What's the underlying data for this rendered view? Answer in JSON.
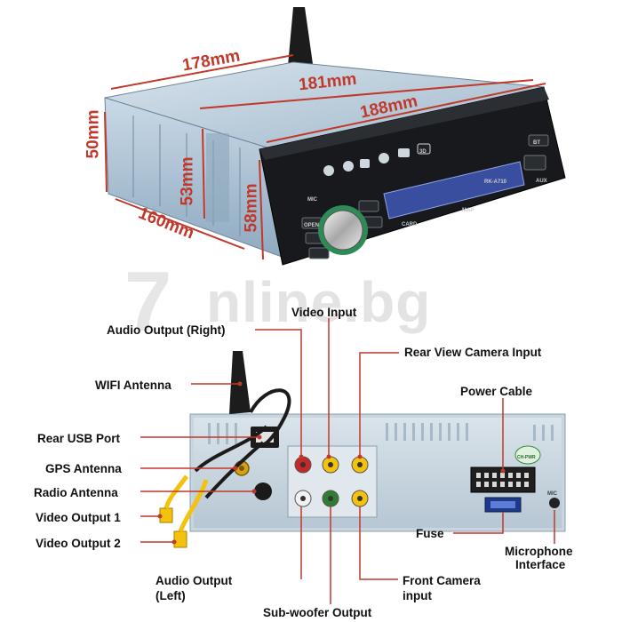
{
  "watermark": {
    "brand": "nline.bg",
    "mark": "7"
  },
  "dimensions": {
    "d178": "178mm",
    "d181": "181mm",
    "d188": "188mm",
    "d50": "50mm",
    "d53": "53mm",
    "d58": "58mm",
    "d160": "160mm"
  },
  "unit_markings": {
    "mic": "MIC",
    "open": "OPEN",
    "model": "RK-A710",
    "card": "CARD",
    "map": "MAP",
    "aux": "AUX",
    "bt": "BT",
    "three_d": "3D",
    "power_pill": "CH-PWR",
    "rear_mic": "MIC"
  },
  "callouts": {
    "video_input": "Video Input",
    "audio_output_right": "Audio Output (Right)",
    "rear_view_camera_input": "Rear View Camera Input",
    "wifi_antenna": "WIFI Antenna",
    "power_cable": "Power Cable",
    "rear_usb_port": "Rear USB Port",
    "gps_antenna": "GPS Antenna",
    "radio_antenna": "Radio Antenna",
    "video_output_1": "Video Output 1",
    "video_output_2": "Video Output 2",
    "fuse": "Fuse",
    "microphone_interface_1": "Microphone",
    "microphone_interface_2": "Interface",
    "audio_output_left_1": "Audio Output",
    "audio_output_left_2": "(Left)",
    "front_camera_input_1": "Front Camera",
    "front_camera_input_2": "input",
    "subwoofer_output": "Sub-woofer Output"
  },
  "colors": {
    "dimension_line": "#c0392b",
    "callout_line": "#c0392b",
    "chassis": "#a9c1d6",
    "faceplate": "#15171a",
    "display": "#3a4ea0",
    "rca_red": "#c62828",
    "rca_yellow": "#f4c20d",
    "rca_white": "#f2f2f2",
    "rca_green": "#2e7d32"
  }
}
